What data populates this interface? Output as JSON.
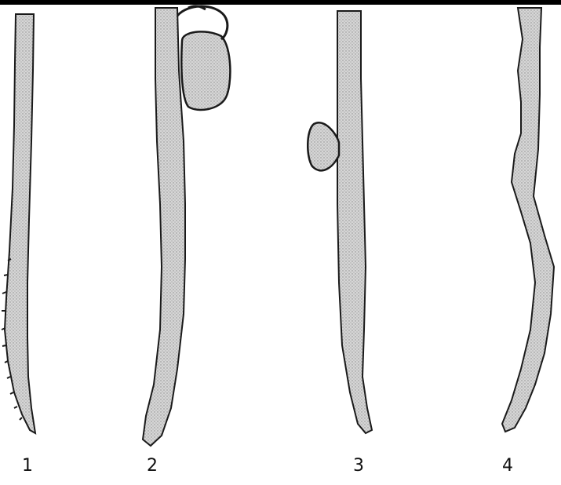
{
  "panels": [
    {
      "label": "1"
    },
    {
      "label": "2"
    },
    {
      "label": "3"
    },
    {
      "label": "4"
    }
  ],
  "colors": {
    "fill": "#cfcfcf",
    "stroke": "#1a1a1a",
    "background": "#ffffff",
    "border": "#000000"
  }
}
